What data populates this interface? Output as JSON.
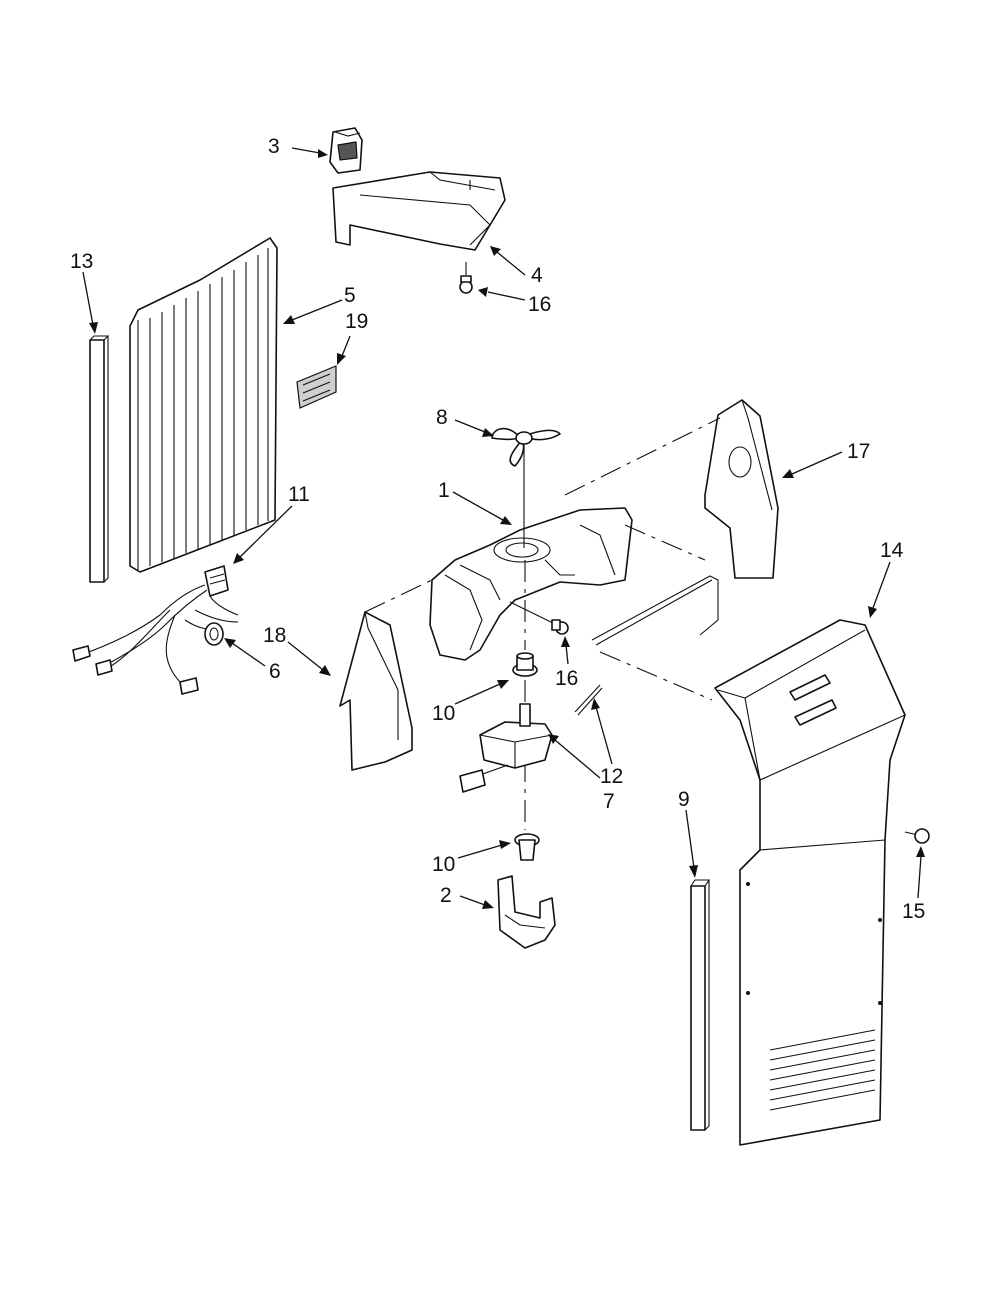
{
  "callouts": [
    {
      "id": "c3",
      "label": "3"
    },
    {
      "id": "c4",
      "label": "4"
    },
    {
      "id": "c16a",
      "label": "16"
    },
    {
      "id": "c13",
      "label": "13"
    },
    {
      "id": "c5",
      "label": "5"
    },
    {
      "id": "c19",
      "label": "19"
    },
    {
      "id": "c8",
      "label": "8"
    },
    {
      "id": "c17",
      "label": "17"
    },
    {
      "id": "c1",
      "label": "1"
    },
    {
      "id": "c11",
      "label": "11"
    },
    {
      "id": "c14",
      "label": "14"
    },
    {
      "id": "c18",
      "label": "18"
    },
    {
      "id": "c6",
      "label": "6"
    },
    {
      "id": "c16b",
      "label": "16"
    },
    {
      "id": "c10a",
      "label": "10"
    },
    {
      "id": "c12",
      "label": "12"
    },
    {
      "id": "c7",
      "label": "7"
    },
    {
      "id": "c9",
      "label": "9"
    },
    {
      "id": "c10b",
      "label": "10"
    },
    {
      "id": "c2",
      "label": "2"
    },
    {
      "id": "c15",
      "label": "15"
    }
  ]
}
